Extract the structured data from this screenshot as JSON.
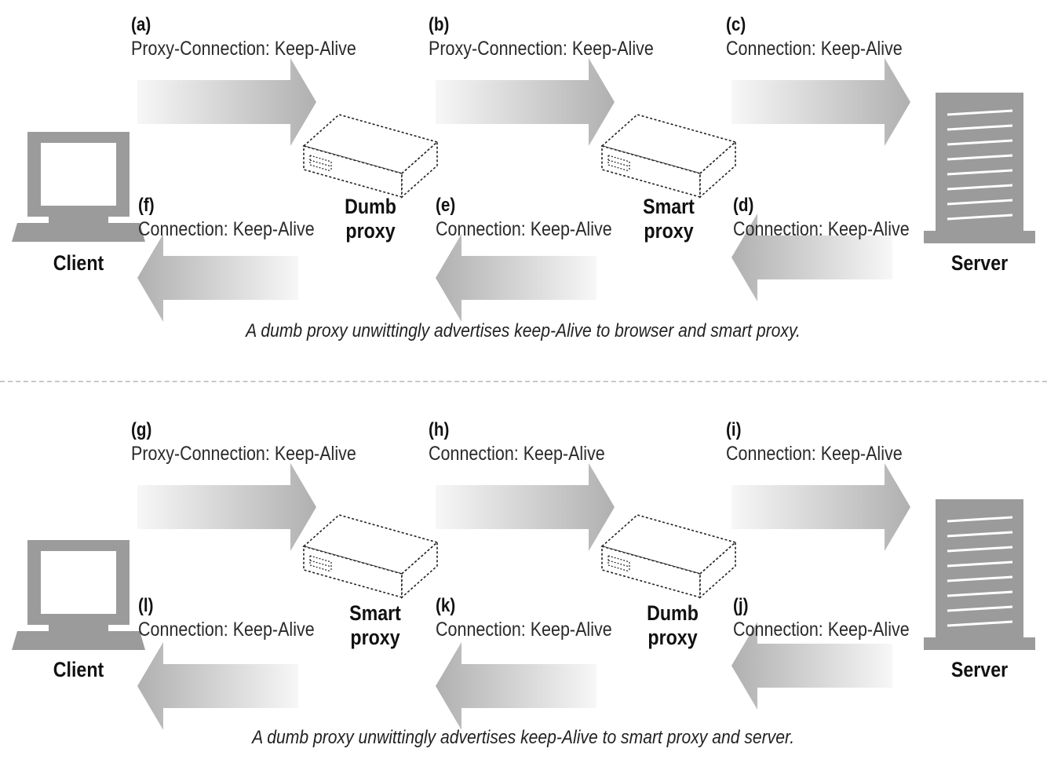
{
  "panels": [
    {
      "client_label": "Client",
      "server_label": "Server",
      "proxy1": [
        "Dumb",
        "proxy"
      ],
      "proxy2": [
        "Smart",
        "proxy"
      ],
      "steps": [
        {
          "tag": "(a)",
          "text": "Proxy-Connection: Keep-Alive"
        },
        {
          "tag": "(b)",
          "text": "Proxy-Connection: Keep-Alive"
        },
        {
          "tag": "(c)",
          "text": "Connection: Keep-Alive"
        },
        {
          "tag": "(d)",
          "text": "Connection: Keep-Alive"
        },
        {
          "tag": "(e)",
          "text": "Connection: Keep-Alive"
        },
        {
          "tag": "(f)",
          "text": "Connection: Keep-Alive"
        }
      ],
      "caption": "A dumb proxy unwittingly advertises keep-Alive to browser and smart proxy."
    },
    {
      "client_label": "Client",
      "server_label": "Server",
      "proxy1": [
        "Smart",
        "proxy"
      ],
      "proxy2": [
        "Dumb",
        "proxy"
      ],
      "steps": [
        {
          "tag": "(g)",
          "text": "Proxy-Connection: Keep-Alive"
        },
        {
          "tag": "(h)",
          "text": "Connection: Keep-Alive"
        },
        {
          "tag": "(i)",
          "text": "Connection: Keep-Alive"
        },
        {
          "tag": "(j)",
          "text": "Connection: Keep-Alive"
        },
        {
          "tag": "(k)",
          "text": "Connection: Keep-Alive"
        },
        {
          "tag": "(l)",
          "text": "Connection: Keep-Alive"
        }
      ],
      "caption": "A dumb proxy unwittingly advertises keep-Alive to smart proxy and server."
    }
  ],
  "colors": {
    "device_gray": "#9b9b9b",
    "arrow_dark": "#b0b0b0",
    "arrow_light": "#f7f7f7"
  }
}
